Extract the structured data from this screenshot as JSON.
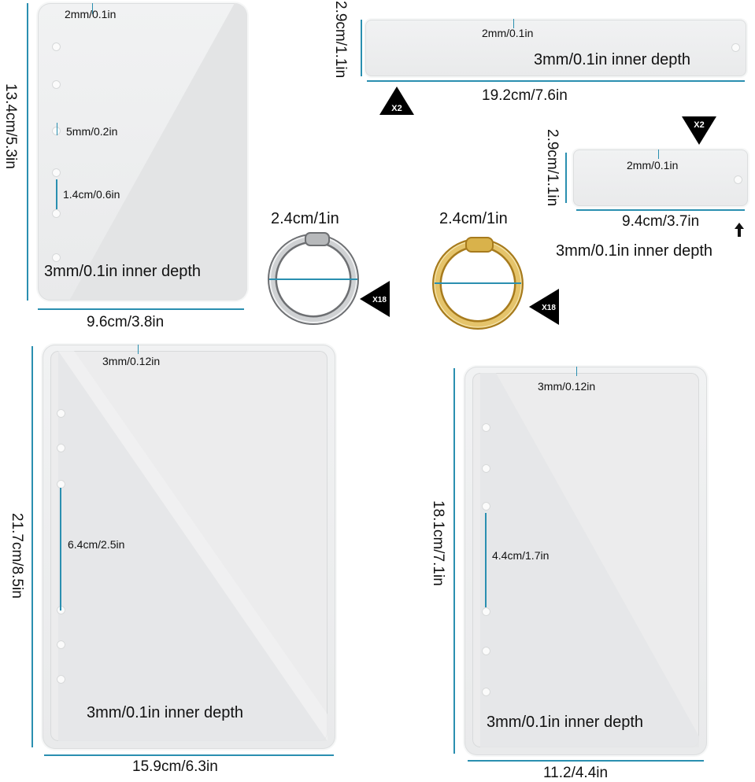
{
  "mold_small_a7": {
    "top_gap": "2mm/0.1in",
    "hole_size": "5mm/0.2in",
    "hole_spacing": "1.4cm/0.6in",
    "inner_depth": "3mm/0.1in inner depth",
    "height": "13.4cm/5.3in",
    "width": "9.6cm/3.8in"
  },
  "mold_long_strip": {
    "top_gap": "2mm/0.1in",
    "inner_depth": "3mm/0.1in inner depth",
    "height": "2.9cm/1.1in",
    "width": "19.2cm/7.6in",
    "quantity": "X2"
  },
  "mold_short_strip": {
    "top_gap": "2mm/0.1in",
    "inner_depth": "3mm/0.1in inner depth",
    "height": "2.9cm/1.1in",
    "width": "9.4cm/3.7in",
    "quantity": "X2"
  },
  "ring_silver": {
    "diameter": "2.4cm/1in",
    "quantity": "X18"
  },
  "ring_gold": {
    "diameter": "2.4cm/1in",
    "quantity": "X18"
  },
  "mold_large_a5": {
    "top_gap": "3mm/0.12in",
    "hole_spacing": "6.4cm/2.5in",
    "inner_depth": "3mm/0.1in inner depth",
    "height": "21.7cm/8.5in",
    "width": "15.9cm/6.3in"
  },
  "mold_medium_a6": {
    "top_gap": "3mm/0.12in",
    "hole_spacing": "4.4cm/1.7in",
    "inner_depth": "3mm/0.1in inner depth",
    "height": "18.1cm/7.1in",
    "width": "11.2/4.4in"
  },
  "colors": {
    "dimension_line": "#2a8fb0",
    "mold": "#ececed",
    "badge": "#000000"
  }
}
